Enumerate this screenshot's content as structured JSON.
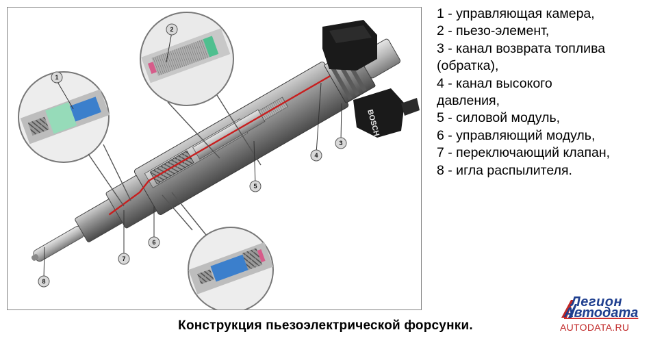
{
  "legend_items": [
    "1 - управляющая камера,",
    "2 - пьезо-элемент,",
    "3 - канал возврата топлива",
    "(обратка),",
    "4 - канал высокого",
    "давления,",
    "5 - силовой модуль,",
    "6 - управляющий модуль,",
    "7 - переключающий клапан,",
    "8 - игла распылителя."
  ],
  "callouts": [
    "1",
    "2",
    "3",
    "4",
    "5",
    "6",
    "7",
    "8"
  ],
  "brand_text": "BOSCH",
  "caption": "Конструкция пьезоэлектрической форсунки.",
  "watermark": {
    "line1": "Легион",
    "line2": "Автодата",
    "line3": "AUTODATA.RU"
  },
  "colors": {
    "fuel_channel": "#c81e1e",
    "body": "#8c8c8c",
    "connector": "#1a1a1a",
    "watermark_blue": "#1f3f8f",
    "watermark_red": "#c02828"
  }
}
